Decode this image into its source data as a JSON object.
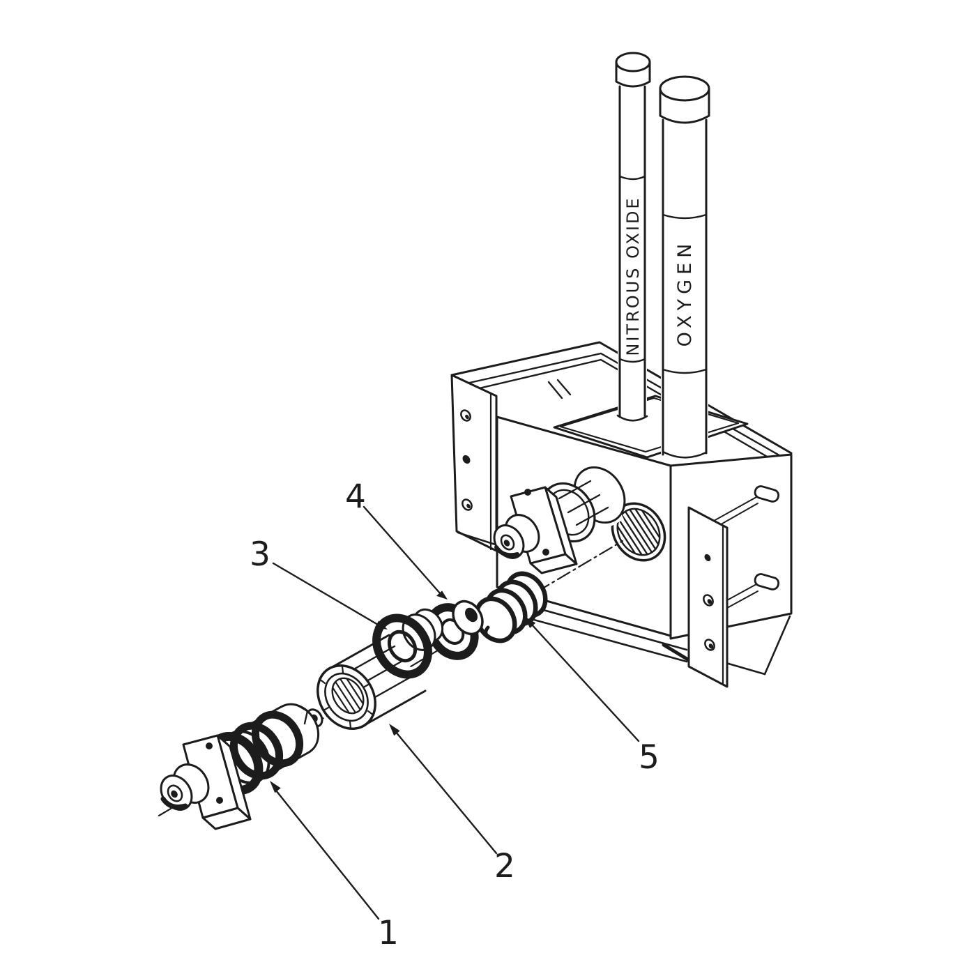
{
  "diagram": {
    "colors": {
      "background": "#ffffff",
      "line": "#1c1c1c"
    },
    "tubes": [
      {
        "label": "NITROUS OXIDE"
      },
      {
        "label": "OXYGEN"
      }
    ],
    "callouts": [
      {
        "number": "1"
      },
      {
        "number": "2"
      },
      {
        "number": "3"
      },
      {
        "number": "4"
      },
      {
        "number": "5"
      }
    ]
  }
}
